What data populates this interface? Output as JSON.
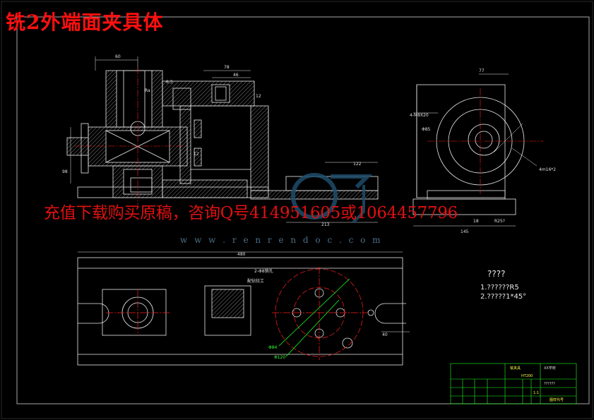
{
  "title": "铣2外端面夹具体",
  "watermark": "充值下载购买原稿，咨询Q号414951605或1064457796",
  "url": "w w w . r e n r e n d o c . c o m",
  "notes": {
    "heading": "????",
    "line1": "1.??????R5",
    "line2": "2.?????1*45°"
  },
  "dimensions": {
    "front_width": "60",
    "front_top": "78",
    "front_46": "46",
    "front_12": "12",
    "front_height": "98",
    "front_ra": "Ra",
    "front_ra2": "6.3",
    "front_right_12": "12",
    "base_width": "213",
    "base_122": "122",
    "side_77": "77",
    "side_thread": "4-M8X20",
    "side_dia": "Φ85",
    "side_4m": "4m16*2",
    "side_bottom": "145",
    "side_18": "18",
    "side_rad": "R25?",
    "plan_width": "480",
    "plan_40": "40",
    "plan_label_2": "2-Φ8销孔",
    "plan_label_1": "配钻铰工",
    "plan_dia_outer": "Φ120",
    "plan_dia_inner": "Φ84"
  },
  "titleblock": {
    "name": "铣夹具",
    "material": "HT200",
    "company": "XX学校",
    "drawing_no": "??????",
    "scale": "1:1",
    "sheet": "图样代号"
  },
  "colors": {
    "background": "#000000",
    "lines": "#ffffff",
    "title": "#ff1010",
    "center_lines": "#ff2020",
    "green_lines": "#20ff20",
    "hatch": "#ffffff",
    "watermark_logo": "#1e4d6b"
  }
}
